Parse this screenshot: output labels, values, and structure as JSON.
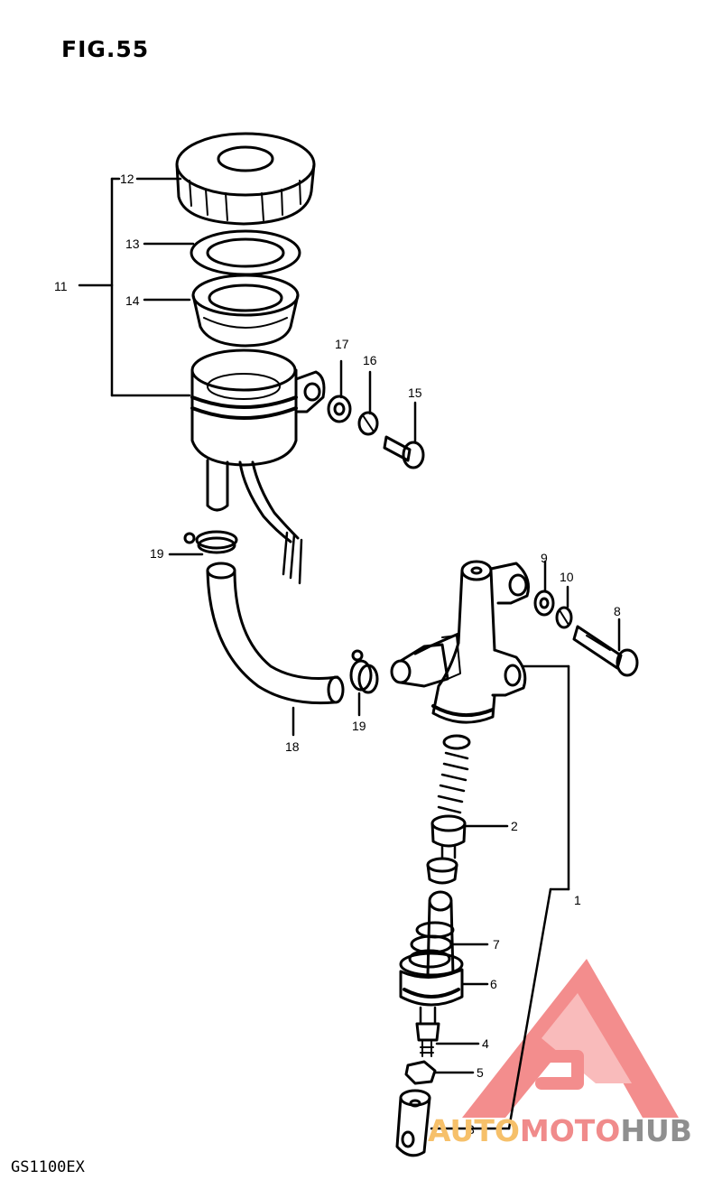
{
  "figure": {
    "title": "FIG.55",
    "model": "GS1100EX"
  },
  "parts": [
    {
      "id": "p1",
      "label": "1"
    },
    {
      "id": "p2",
      "label": "2"
    },
    {
      "id": "p3",
      "label": "3"
    },
    {
      "id": "p4",
      "label": "4"
    },
    {
      "id": "p5",
      "label": "5"
    },
    {
      "id": "p6",
      "label": "6"
    },
    {
      "id": "p7",
      "label": "7"
    },
    {
      "id": "p8",
      "label": "8"
    },
    {
      "id": "p9",
      "label": "9"
    },
    {
      "id": "p10",
      "label": "10"
    },
    {
      "id": "p11",
      "label": "11"
    },
    {
      "id": "p12",
      "label": "12"
    },
    {
      "id": "p13",
      "label": "13"
    },
    {
      "id": "p14",
      "label": "14"
    },
    {
      "id": "p15",
      "label": "15"
    },
    {
      "id": "p16",
      "label": "16"
    },
    {
      "id": "p17",
      "label": "17"
    },
    {
      "id": "p18",
      "label": "18"
    },
    {
      "id": "p19a",
      "label": "19"
    },
    {
      "id": "p19b",
      "label": "19"
    }
  ],
  "watermark": {
    "part1": "AUTO",
    "part2": "MOTO",
    "part3": "HUB",
    "colors": {
      "auto": "#f6c06a",
      "moto": "#f08b8b",
      "hub": "#8f8f8f",
      "logo": "#f27a7a"
    }
  }
}
